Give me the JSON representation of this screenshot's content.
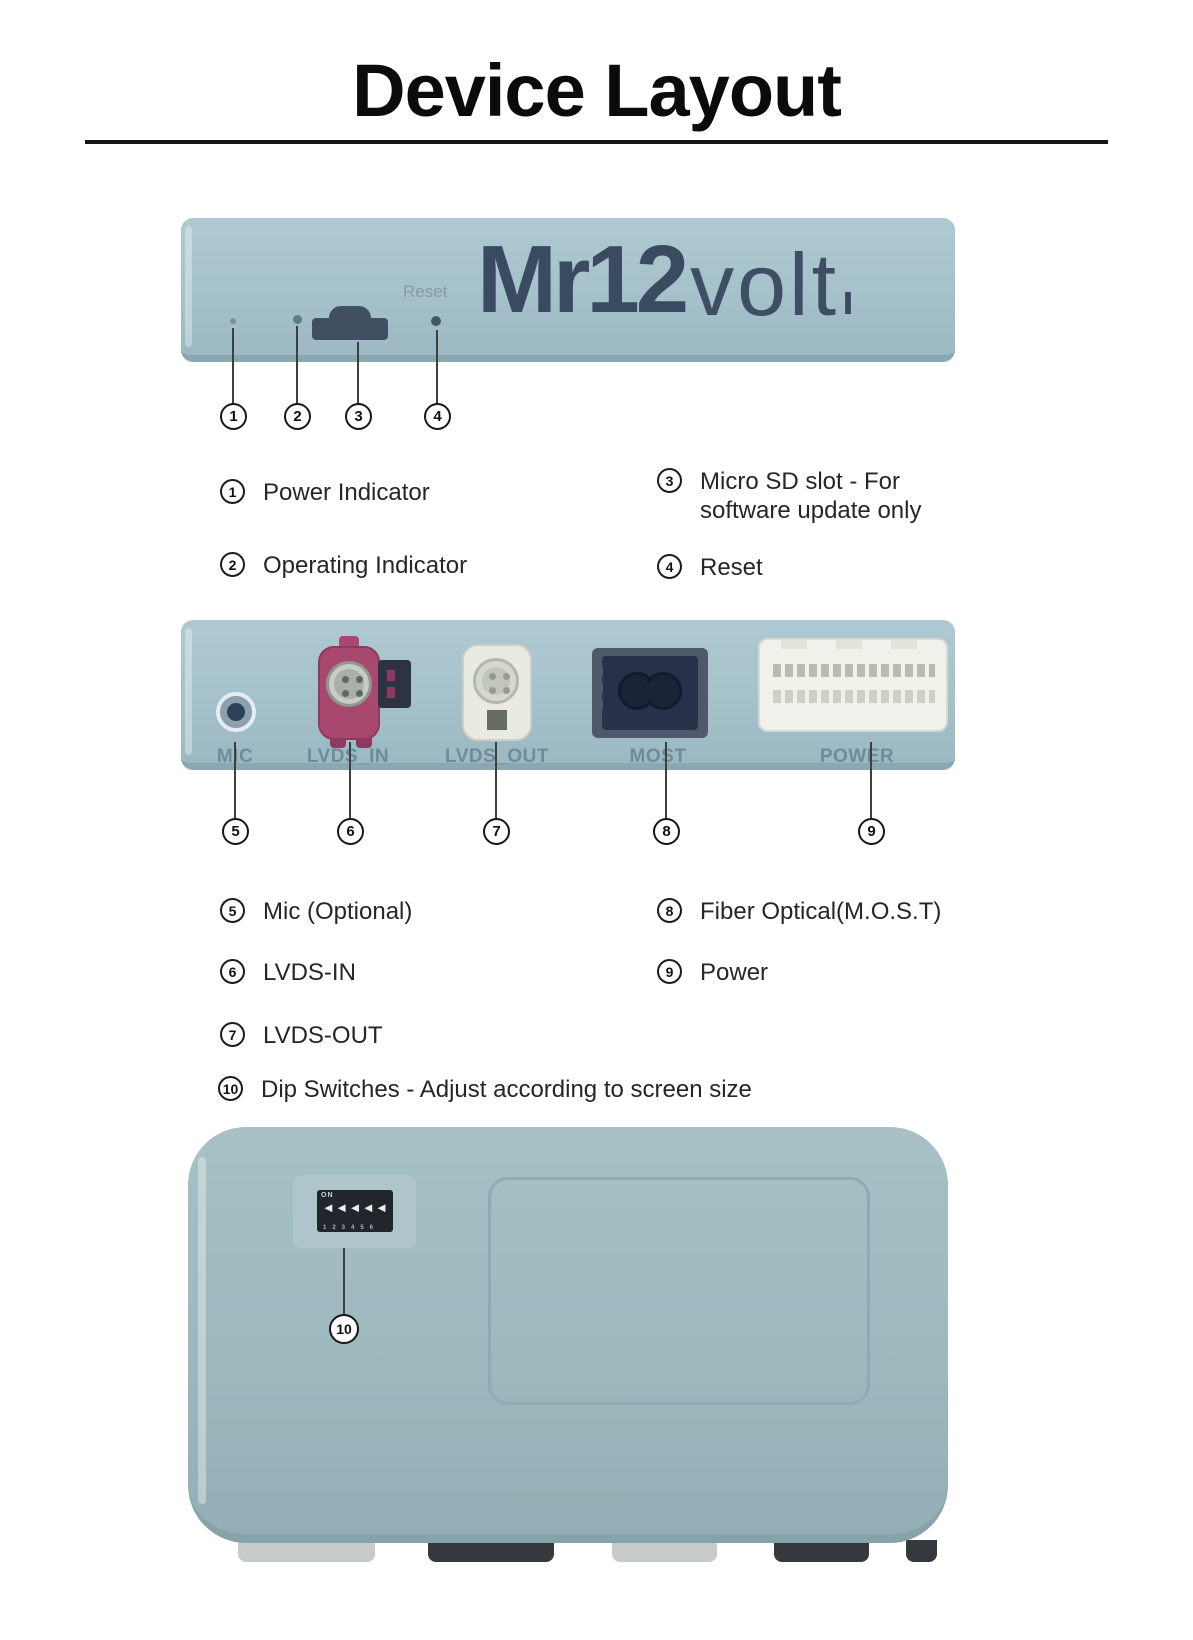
{
  "title": "Device Layout",
  "logo": {
    "part1": "Mr12",
    "part2": "volt",
    "part3": "ı"
  },
  "top_view": {
    "reset_label": "Reset",
    "callouts": [
      "1",
      "2",
      "3",
      "4"
    ]
  },
  "rear_view": {
    "ports": [
      {
        "num": "5",
        "label": "MIC"
      },
      {
        "num": "6",
        "label": "LVDS_IN"
      },
      {
        "num": "7",
        "label": "LVDS_OUT"
      },
      {
        "num": "8",
        "label": "MOST"
      },
      {
        "num": "9",
        "label": "POWER"
      }
    ]
  },
  "bottom_view": {
    "callout": "10",
    "dip": {
      "on_label": "ON",
      "numbers": "123456",
      "arrow": "◄"
    }
  },
  "legend": {
    "top": [
      {
        "num": "1",
        "label": "Power Indicator"
      },
      {
        "num": "2",
        "label": "Operating Indicator"
      },
      {
        "num": "3",
        "label": "Micro SD slot - For software update only"
      },
      {
        "num": "4",
        "label": "Reset"
      }
    ],
    "rear": [
      {
        "num": "5",
        "label": "Mic (Optional)"
      },
      {
        "num": "6",
        "label": "LVDS-IN"
      },
      {
        "num": "7",
        "label": "LVDS-OUT"
      },
      {
        "num": "8",
        "label": "Fiber Optical(M.O.S.T)"
      },
      {
        "num": "9",
        "label": "Power"
      },
      {
        "num": "10",
        "label": "Dip Switches - Adjust according to screen size"
      }
    ]
  },
  "colors": {
    "device_body": "#a5c1ca",
    "device_body_bottom": "#9cb8bd",
    "logo_navy": "#3a4a60",
    "lvds_in_pink": "#a9486f",
    "most_navy": "#27324a",
    "port_label_text": "#6d8b9b"
  }
}
